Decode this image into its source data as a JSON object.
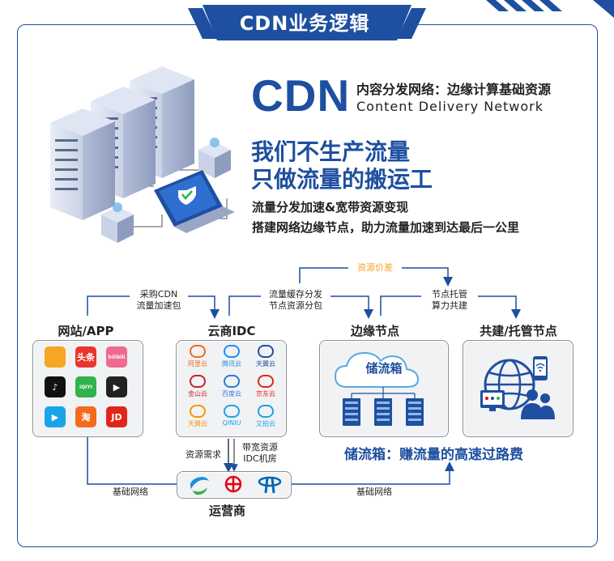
{
  "title": "CDN业务逻辑",
  "header": {
    "cdn": "CDN",
    "cn": "内容分发网络：边缘计算基础资源",
    "en": "Content Delivery Network"
  },
  "slogan": {
    "line1": "我们不生产流量",
    "line2": "只做流量的搬运工"
  },
  "desc": {
    "line1": "流量分发加速&宽带资源变现",
    "line2": "搭建网络边缘节点，助力流量加速到达最后一公里"
  },
  "nodes": {
    "app": "网站/APP",
    "idc": "云商IDC",
    "edge": "边缘节点",
    "shared": "共建/托管节点",
    "operator": "运营商"
  },
  "flows": {
    "buy_cdn_1": "采购CDN",
    "buy_cdn_2": "流量加速包",
    "cache_1": "流量缓存分发",
    "cache_2": "节点资源分包",
    "price_gap": "资源价差",
    "hosting_1": "节点托管",
    "hosting_2": "算力共建",
    "res_demand": "资源需求",
    "bw_1": "带宽资源",
    "bw_2": "IDC机房",
    "basic_net_left": "基础网络",
    "basic_net_right": "基础网络"
  },
  "apps": [
    {
      "label": "",
      "icon": "mango-tv-icon",
      "color": "#f5a623"
    },
    {
      "label": "头条",
      "icon": "toutiao-icon",
      "color": "#e8352e"
    },
    {
      "label": "bilibili",
      "icon": "bilibili-icon",
      "color": "#f06a8f"
    },
    {
      "label": "♪",
      "icon": "douyin-icon",
      "color": "#111111"
    },
    {
      "label": "iQIYI",
      "icon": "iqiyi-icon",
      "color": "#2fb34a"
    },
    {
      "label": "▶",
      "icon": "video-play-icon",
      "color": "#222222"
    },
    {
      "label": "▶",
      "icon": "youku-icon",
      "color": "#19a4e8"
    },
    {
      "label": "淘",
      "icon": "taobao-icon",
      "color": "#f36b1c"
    },
    {
      "label": "JD",
      "icon": "jd-icon",
      "color": "#e1251b"
    }
  ],
  "clouds": [
    {
      "label": "阿里云",
      "icon": "aliyun-icon",
      "color": "#f26a1b"
    },
    {
      "label": "腾讯云",
      "icon": "tencent-cloud-icon",
      "color": "#1f8ef1"
    },
    {
      "label": "天翼云",
      "icon": "ctyun-icon",
      "color": "#1e4fa0"
    },
    {
      "label": "金山云",
      "icon": "kingsoft-cloud-icon",
      "color": "#c8202b"
    },
    {
      "label": "百度云",
      "icon": "baidu-cloud-icon",
      "color": "#2b7bd6"
    },
    {
      "label": "京东云",
      "icon": "jd-cloud-icon",
      "color": "#e1251b"
    },
    {
      "label": "天翼云",
      "icon": "tianyi-cloud-icon",
      "color": "#f39800"
    },
    {
      "label": "QINIU",
      "icon": "qiniu-icon",
      "color": "#19a4e8"
    },
    {
      "label": "又拍云",
      "icon": "upyun-icon",
      "color": "#1fa0e6"
    }
  ],
  "edge_cloud": "储流箱",
  "slogan2": "储流箱：赚流量的高速过路费",
  "operators": [
    {
      "icon": "china-mobile-icon",
      "color": "#1e8fd8"
    },
    {
      "icon": "china-unicom-icon",
      "color": "#e60012"
    },
    {
      "icon": "china-telecom-icon",
      "color": "#0066b3"
    }
  ],
  "colors": {
    "brand": "#1e4fa0",
    "accent": "#f5a623",
    "flow_line": "#1e4fa0"
  }
}
